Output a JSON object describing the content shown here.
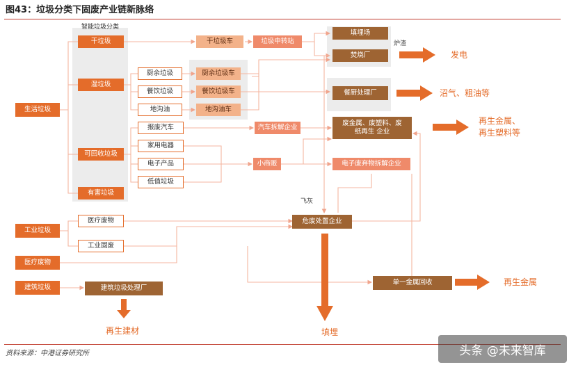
{
  "title": "图43：垃圾分类下固废产业链新脉络",
  "source": "资料来源：中港证券研究所",
  "watermark": "头条 @未来智库",
  "panel": {
    "label": "智能垃圾分类"
  },
  "nodes": {
    "life_waste": "生活垃圾",
    "dry_waste": "干垃圾",
    "wet_waste": "湿垃圾",
    "recyclable": "可回收垃圾",
    "hazardous": "有害垃圾",
    "kitchen_waste": "厨余垃圾",
    "catering_waste": "餐饮垃圾",
    "gutter_oil": "地沟油",
    "scrap_car": "报废汽车",
    "appliances": "家用电器",
    "electronics": "电子产品",
    "low_value": "低值垃圾",
    "dry_truck": "干垃圾车",
    "kitchen_truck": "厨余垃圾车",
    "catering_truck": "餐饮垃圾车",
    "oil_truck": "地沟油车",
    "transfer_station": "垃圾中转站",
    "landfill_site": "填埋场",
    "incineration_plant": "焚烧厂",
    "kitchen_plant": "餐厨处理厂",
    "car_dismantle": "汽车拆解企业",
    "small_vendor": "小商贩",
    "scrap_company_l1": "废金属、废塑料、废",
    "scrap_company_l2": "纸再生 企业",
    "ewaste_company": "电子废弃物拆解企业",
    "industrial_waste": "工业垃圾",
    "medical_waste_mid": "医疗废物",
    "industrial_solid": "工业固废",
    "medical_waste": "医疗废物",
    "hazard_company": "危废处置企业",
    "construction_waste": "建筑垃圾",
    "construction_plant": "建筑垃圾处理厂",
    "single_metal": "单一金属回收"
  },
  "labels": {
    "slag": "炉渣",
    "fly_ash": "飞灰"
  },
  "outputs": {
    "power": "发电",
    "biogas": "沼气、粗油等",
    "metal_plastic_l1": "再生金属、",
    "metal_plastic_l2": "再生塑料等",
    "landfill": "填埋",
    "recycled_metal": "再生金属",
    "building_material": "再生建材"
  },
  "colors": {
    "orange": "#e46c2a",
    "light_orange": "#f3b28a",
    "salmon": "#ef8a6a",
    "brown": "#9e6433",
    "panel_gray": "#ececec",
    "rule_red": "#c0392b"
  }
}
